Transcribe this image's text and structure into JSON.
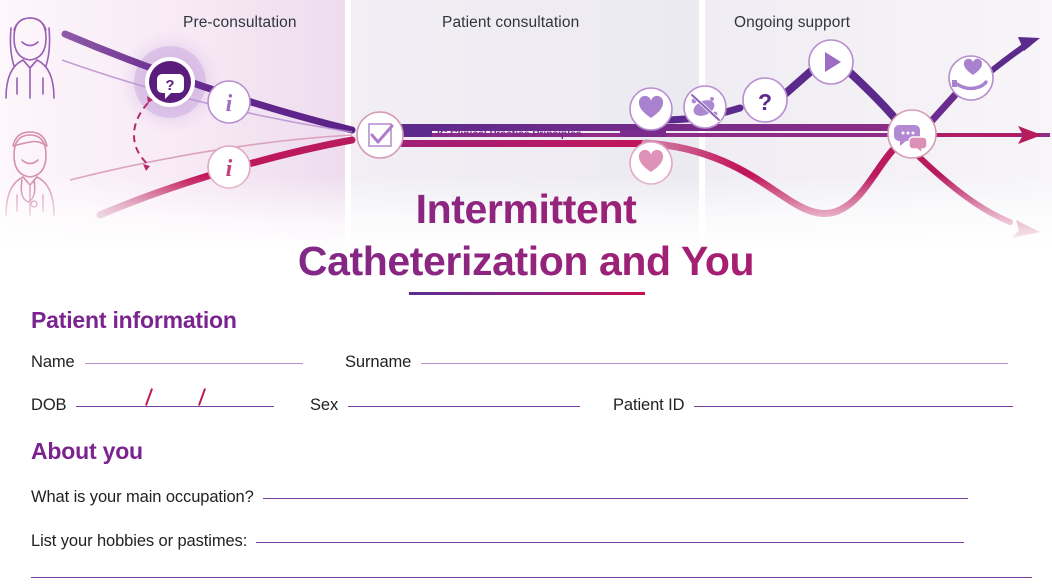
{
  "document": {
    "title_line_1": "Intermittent",
    "title_line_2": "Catheterization and You"
  },
  "journey_map": {
    "stages": [
      {
        "label": "Pre-consultation"
      },
      {
        "label": "Patient consultation"
      },
      {
        "label": "Ongoing support"
      }
    ],
    "band_label": "IC Clinical Practice Principles",
    "nodes": [
      {
        "name": "question-bubble-icon",
        "icon": "question-speech-bubble",
        "track": "clinician"
      },
      {
        "name": "info-icon-clinician",
        "icon": "info",
        "track": "clinician"
      },
      {
        "name": "info-icon-patient",
        "icon": "info",
        "track": "patient"
      },
      {
        "name": "checkbox-icon",
        "icon": "checkbox-checked",
        "track": "principles"
      },
      {
        "name": "heart-icon-clinician",
        "icon": "heart",
        "track": "clinician"
      },
      {
        "name": "heart-icon-patient",
        "icon": "heart",
        "track": "patient"
      },
      {
        "name": "no-bacteria-icon",
        "icon": "bacteria-crossed-out",
        "track": "clinician"
      },
      {
        "name": "question-icon",
        "icon": "question-mark",
        "track": "clinician"
      },
      {
        "name": "play-icon",
        "icon": "play",
        "track": "clinician"
      },
      {
        "name": "chat-bubbles-icon",
        "icon": "chat-bubbles",
        "track": "shared"
      },
      {
        "name": "hand-heart-icon",
        "icon": "hand-holding-heart",
        "track": "clinician"
      }
    ],
    "personas": [
      {
        "name": "nurse-illustration",
        "label": "nurse"
      },
      {
        "name": "doctor-illustration",
        "label": "doctor"
      }
    ],
    "colors": {
      "purple": "#6a2c8f",
      "deep_purple": "#4b1f75",
      "magenta": "#c2165a",
      "crimson": "#b81a5e",
      "light_purple": "#b28bd0",
      "pink": "#e08cb4",
      "panel_tint_left": "#f6eaf4",
      "panel_tint_mid": "#f0eef3"
    }
  },
  "form": {
    "sections": [
      {
        "heading": "Patient information",
        "fields": [
          {
            "label": "Name"
          },
          {
            "label": "Surname"
          },
          {
            "label": "DOB"
          },
          {
            "label": "Sex"
          },
          {
            "label": "Patient ID"
          }
        ]
      },
      {
        "heading": "About you",
        "fields": [
          {
            "label": "What is your main occupation?"
          },
          {
            "label": "List your hobbies or pastimes:"
          }
        ]
      }
    ]
  },
  "theme": {
    "heading_color": "#7b2490",
    "rule_color": "#7b3f9d",
    "accent_magenta": "#c0185a"
  }
}
